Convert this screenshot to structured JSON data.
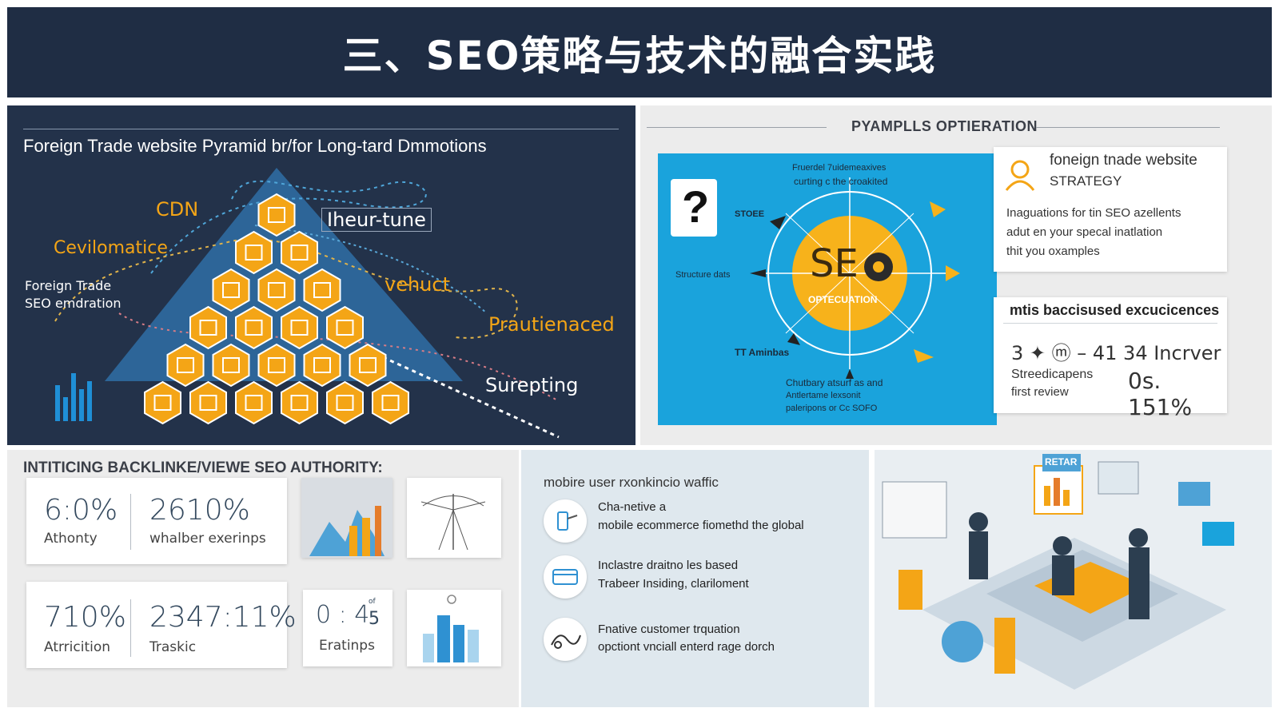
{
  "header": {
    "title": "三、SEO策略与技术的融合实践"
  },
  "pyramid": {
    "title": "Foreign Trade website Pyramid br/for Long-tard Dmmotions",
    "labels": {
      "cdn": "CDN",
      "cevilomatice": "Cevilomatice",
      "foreign_trade": "Foreign Trade",
      "seo_emdration": "SEO emdration",
      "ihedr_tune": "Iheur-tune",
      "vehuct": "vehuct",
      "prautienaced": "Prautienaced",
      "surepting": "Surepting"
    },
    "colors": {
      "hex_fill": "#f4a516",
      "pyramid": "#2f6fa6",
      "background": "#23324a"
    }
  },
  "optimization": {
    "header": "PYAMPLLS OPTIERATION",
    "diagram": {
      "top_text_1": "Fruerdel 7uidemeaxives",
      "top_text_2": "curting c the croakited",
      "store": "STOEE",
      "structure": "Structure dats",
      "ammbas": "TT Aminbas",
      "bottom_1": "Chutbary atsurf as and",
      "bottom_2": "Antlertame lexsonit",
      "bottom_3": "paleripons or Cc SOFO",
      "seo": "SE",
      "badge": "OPTECUATION",
      "question": "?"
    },
    "strategy_card": {
      "title_1": "foneign tnade website",
      "title_2": "STRATEGY",
      "body_1": "Inaguations for tin SEO azellents",
      "body_2": "adut en your specal inatlation",
      "body_3": "thit you oxamples"
    },
    "stats_card": {
      "title": "mtis baccisused excucicences",
      "line_1": "3 ✦ ⓜ – 41 34 Incrver",
      "label_1": "Streedicapens",
      "label_2": "first review",
      "value": "0s. 151%"
    }
  },
  "backlinks": {
    "header": "INTITICING BACKLINKE/VIEWE SEO AUTHORITY:",
    "stats": [
      {
        "value": "6:0%",
        "label": "Athonty"
      },
      {
        "value": "2610%",
        "label": "whalber exerinps"
      },
      {
        "value": "710%",
        "label": "Atrricition"
      },
      {
        "value": "2347:11%",
        "label": "Traskic"
      },
      {
        "value": "0 : 4",
        "label": "Eratinps",
        "superscript": "5",
        "tiny": "of"
      }
    ]
  },
  "mobile": {
    "header": "mobire user rxonkincio waffic",
    "items": [
      {
        "line_1": "Cha-netive a",
        "line_2": "mobile ecommerce fiomethd the global"
      },
      {
        "line_1": "Inclastre draitno les based",
        "line_2": "Trabeer Insiding, clariloment"
      },
      {
        "line_1": "Fnative customer trquation",
        "line_2": "opctiont vnciall enterd rage dorch"
      }
    ]
  },
  "illustration": {
    "tag": "RETAR"
  }
}
